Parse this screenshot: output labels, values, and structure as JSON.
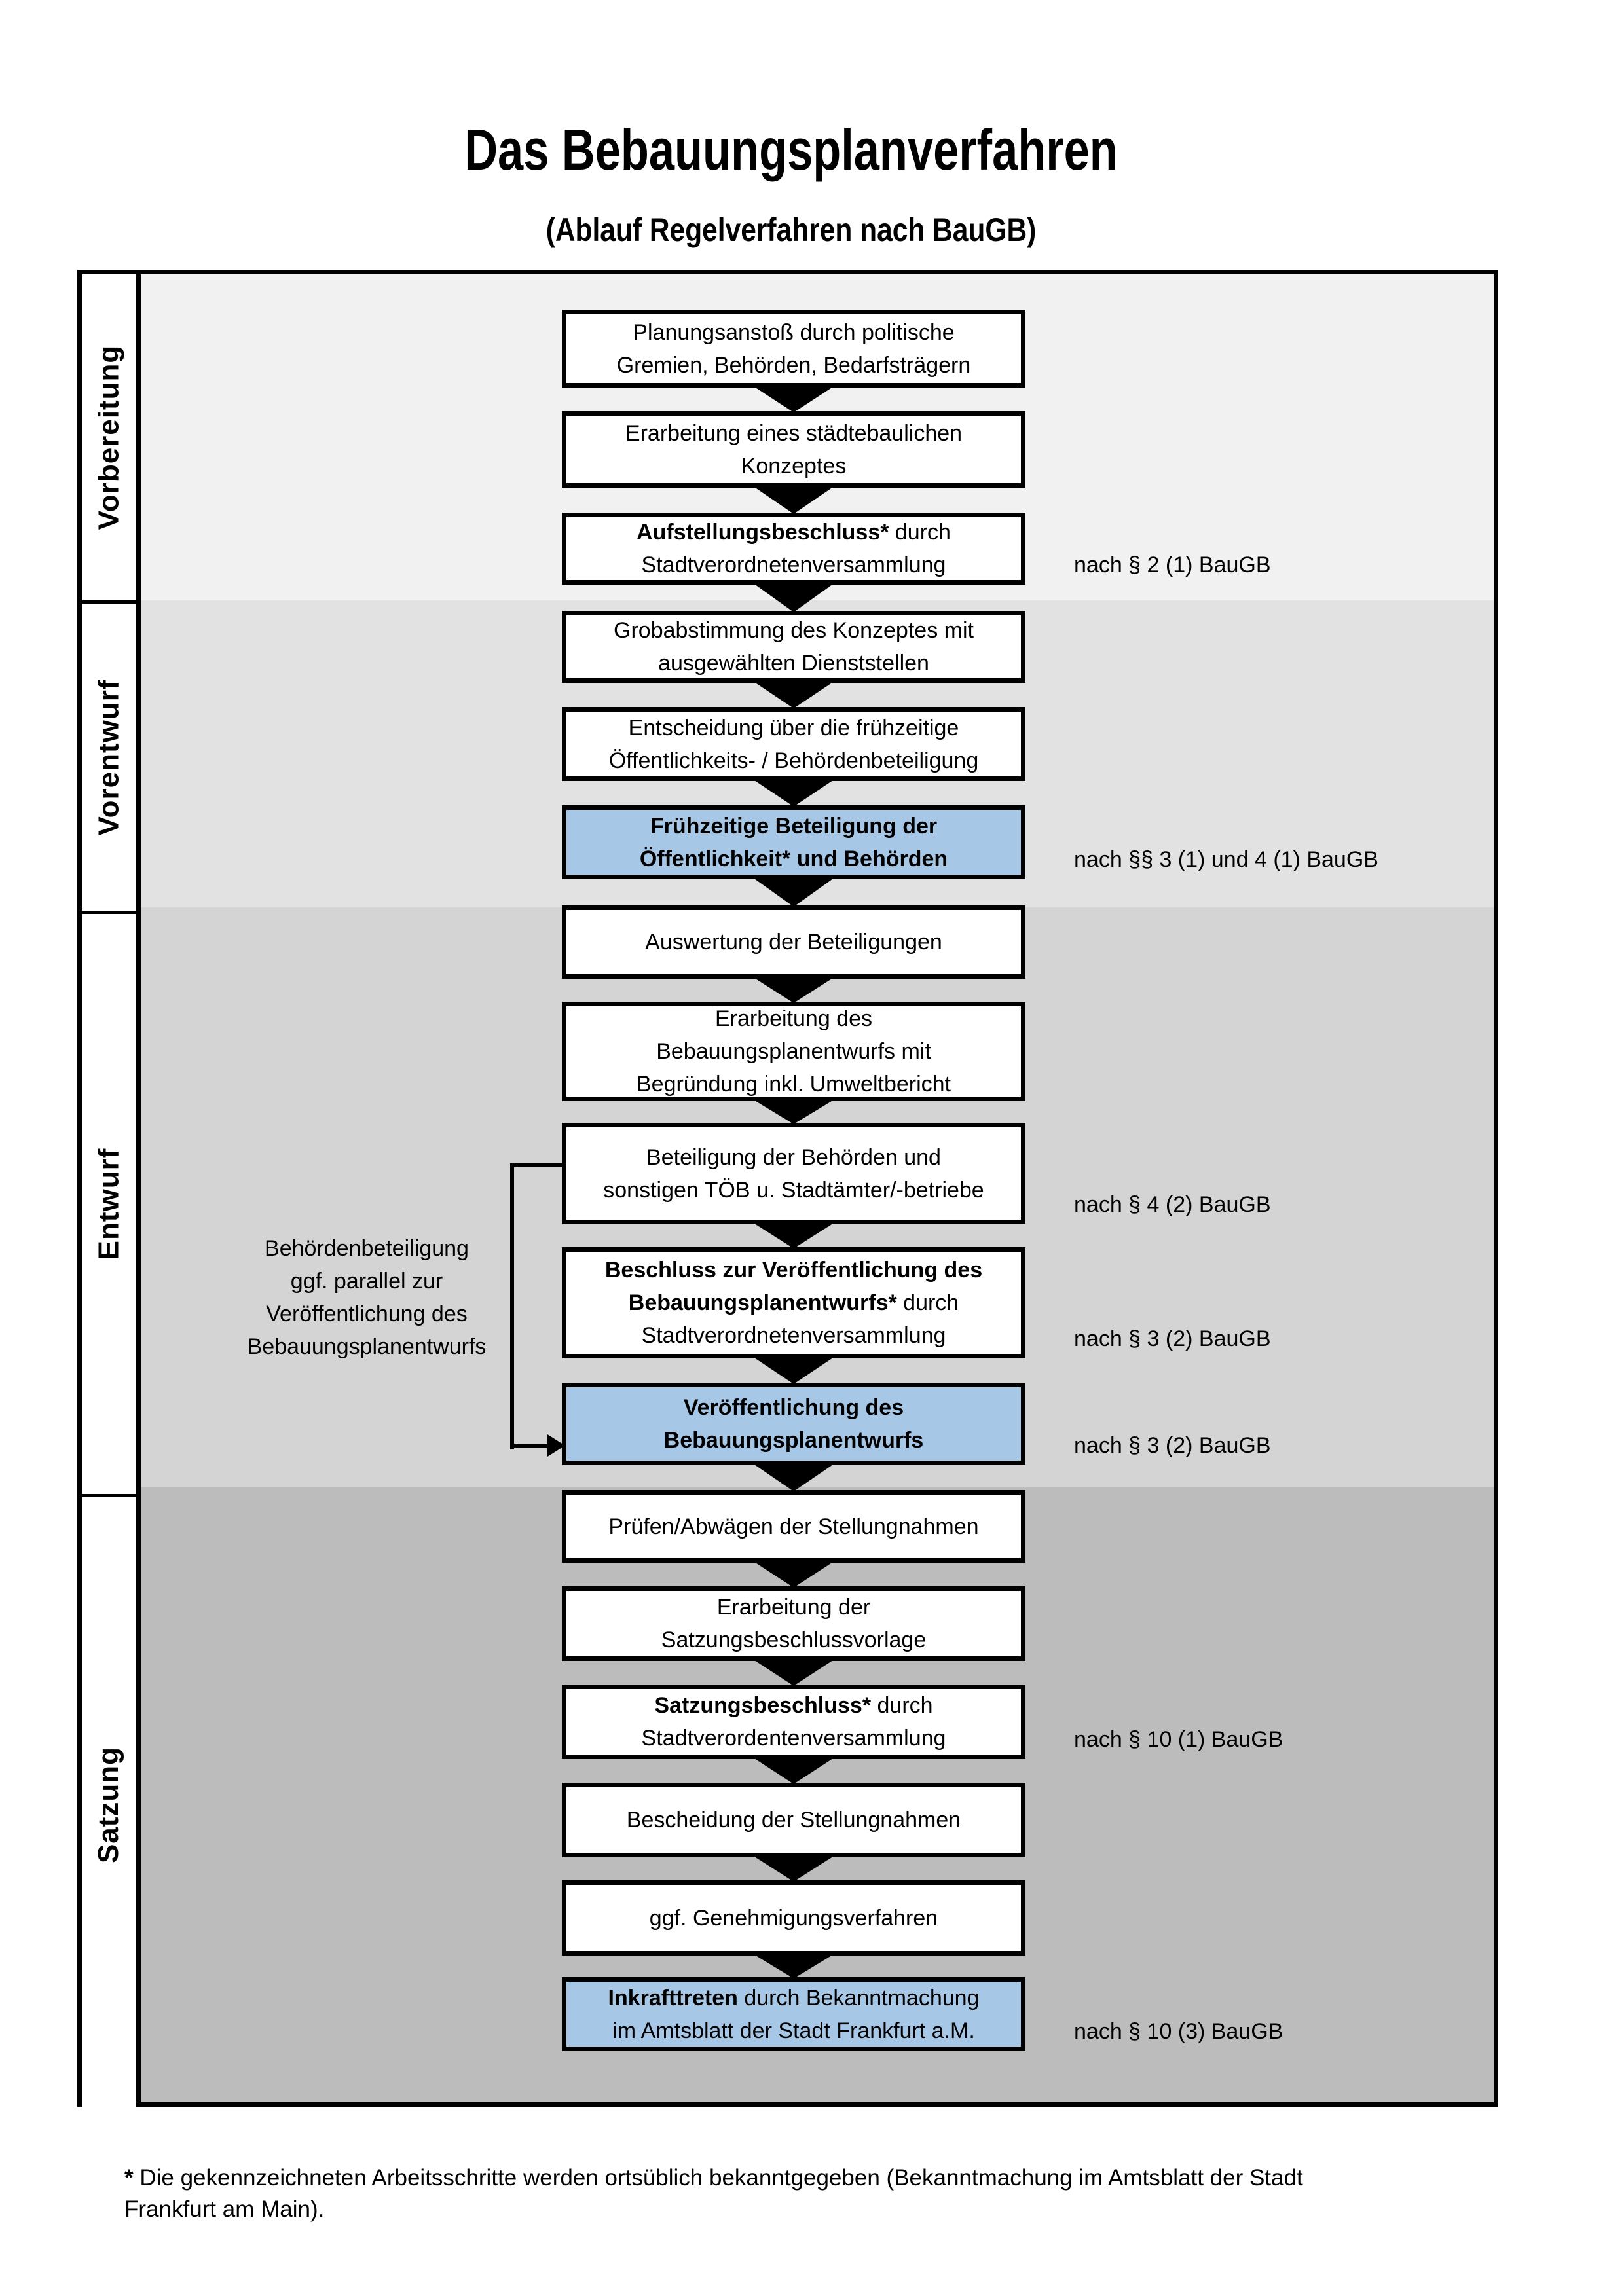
{
  "title": "Das Bebauungsplanverfahren",
  "subtitle": "(Ablauf Regelverfahren nach BauGB)",
  "colors": {
    "highlight_box": "#a7c7e7",
    "box_border": "#000000"
  },
  "phases": [
    {
      "label": "Vorbereitung",
      "band_color": "#f1f1f1"
    },
    {
      "label": "Vorentwurf",
      "band_color": "#e2e2e2"
    },
    {
      "label": "Entwurf",
      "band_color": "#d4d4d4"
    },
    {
      "label": "Satzung",
      "band_color": "#bcbcbc"
    }
  ],
  "steps": [
    {
      "highlight": false,
      "ref": null,
      "lines": [
        [
          {
            "t": "Planungsanstoß durch politische",
            "b": false
          }
        ],
        [
          {
            "t": "Gremien, Behörden, Bedarfsträgern",
            "b": false
          }
        ]
      ]
    },
    {
      "highlight": false,
      "ref": null,
      "lines": [
        [
          {
            "t": "Erarbeitung eines städtebaulichen",
            "b": false
          }
        ],
        [
          {
            "t": "Konzeptes",
            "b": false
          }
        ]
      ]
    },
    {
      "highlight": false,
      "ref": "nach § 2 (1) BauGB",
      "lines": [
        [
          {
            "t": "Aufstellungsbeschluss*",
            "b": true
          },
          {
            "t": " durch",
            "b": false
          }
        ],
        [
          {
            "t": "Stadtverordnetenversammlung",
            "b": false
          }
        ]
      ]
    },
    {
      "highlight": false,
      "ref": null,
      "lines": [
        [
          {
            "t": "Grobabstimmung des Konzeptes mit",
            "b": false
          }
        ],
        [
          {
            "t": "ausgewählten Dienststellen",
            "b": false
          }
        ]
      ]
    },
    {
      "highlight": false,
      "ref": null,
      "lines": [
        [
          {
            "t": "Entscheidung über die frühzeitige",
            "b": false
          }
        ],
        [
          {
            "t": "Öffentlichkeits- / Behördenbeteiligung",
            "b": false
          }
        ]
      ]
    },
    {
      "highlight": true,
      "ref": "nach §§ 3 (1) und 4 (1) BauGB",
      "lines": [
        [
          {
            "t": "Frühzeitige Beteiligung der",
            "b": true
          }
        ],
        [
          {
            "t": "Öffentlichkeit* und Behörden",
            "b": true
          }
        ]
      ]
    },
    {
      "highlight": false,
      "ref": null,
      "lines": [
        [
          {
            "t": "Auswertung der Beteiligungen",
            "b": false
          }
        ]
      ]
    },
    {
      "highlight": false,
      "ref": null,
      "lines": [
        [
          {
            "t": "Erarbeitung des",
            "b": false
          }
        ],
        [
          {
            "t": "Bebauungsplanentwurfs mit",
            "b": false
          }
        ],
        [
          {
            "t": "Begründung inkl. Umweltbericht",
            "b": false
          }
        ]
      ]
    },
    {
      "highlight": false,
      "ref": "nach § 4 (2) BauGB",
      "lines": [
        [
          {
            "t": "Beteiligung der Behörden und",
            "b": false
          }
        ],
        [
          {
            "t": "sonstigen TÖB u. Stadtämter/-betriebe",
            "b": false
          }
        ]
      ]
    },
    {
      "highlight": false,
      "ref": "nach § 3 (2) BauGB",
      "lines": [
        [
          {
            "t": "Beschluss zur Veröffentlichung des",
            "b": true
          }
        ],
        [
          {
            "t": "Bebauungsplanentwurfs*",
            "b": true
          },
          {
            "t": " durch",
            "b": false
          }
        ],
        [
          {
            "t": "Stadtverordnetenversammlung",
            "b": false
          }
        ]
      ]
    },
    {
      "highlight": true,
      "ref": "nach § 3 (2) BauGB",
      "lines": [
        [
          {
            "t": "Veröffentlichung des",
            "b": true
          }
        ],
        [
          {
            "t": "Bebauungsplanentwurfs",
            "b": true
          }
        ]
      ]
    },
    {
      "highlight": false,
      "ref": null,
      "lines": [
        [
          {
            "t": "Prüfen/Abwägen der Stellungnahmen",
            "b": false
          }
        ]
      ]
    },
    {
      "highlight": false,
      "ref": null,
      "lines": [
        [
          {
            "t": "Erarbeitung der",
            "b": false
          }
        ],
        [
          {
            "t": "Satzungsbeschlussvorlage",
            "b": false
          }
        ]
      ]
    },
    {
      "highlight": false,
      "ref": "nach § 10 (1) BauGB",
      "lines": [
        [
          {
            "t": "Satzungsbeschluss*",
            "b": true
          },
          {
            "t": " durch",
            "b": false
          }
        ],
        [
          {
            "t": "Stadtverordentenversammlung",
            "b": false
          }
        ]
      ]
    },
    {
      "highlight": false,
      "ref": null,
      "lines": [
        [
          {
            "t": "Bescheidung der Stellungnahmen",
            "b": false
          }
        ]
      ]
    },
    {
      "highlight": false,
      "ref": null,
      "lines": [
        [
          {
            "t": "ggf. Genehmigungsverfahren",
            "b": false
          }
        ]
      ]
    },
    {
      "highlight": true,
      "ref": "nach § 10 (3) BauGB",
      "lines": [
        [
          {
            "t": "Inkrafttreten",
            "b": true
          },
          {
            "t": " durch Bekanntmachung",
            "b": false
          }
        ],
        [
          {
            "t": "im Amtsblatt der Stadt Frankfurt a.M.",
            "b": false
          }
        ]
      ]
    }
  ],
  "annotation": {
    "lines": [
      "Behördenbeteiligung",
      "ggf. parallel zur",
      "Veröffentlichung des",
      "Bebauungsplanentwurfs"
    ]
  },
  "footnote": {
    "marker": "*",
    "text": " Die gekennzeichneten Arbeitsschritte werden ortsüblich bekanntgegeben (Bekanntmachung im Amtsblatt  der Stadt Frankfurt am Main)."
  }
}
